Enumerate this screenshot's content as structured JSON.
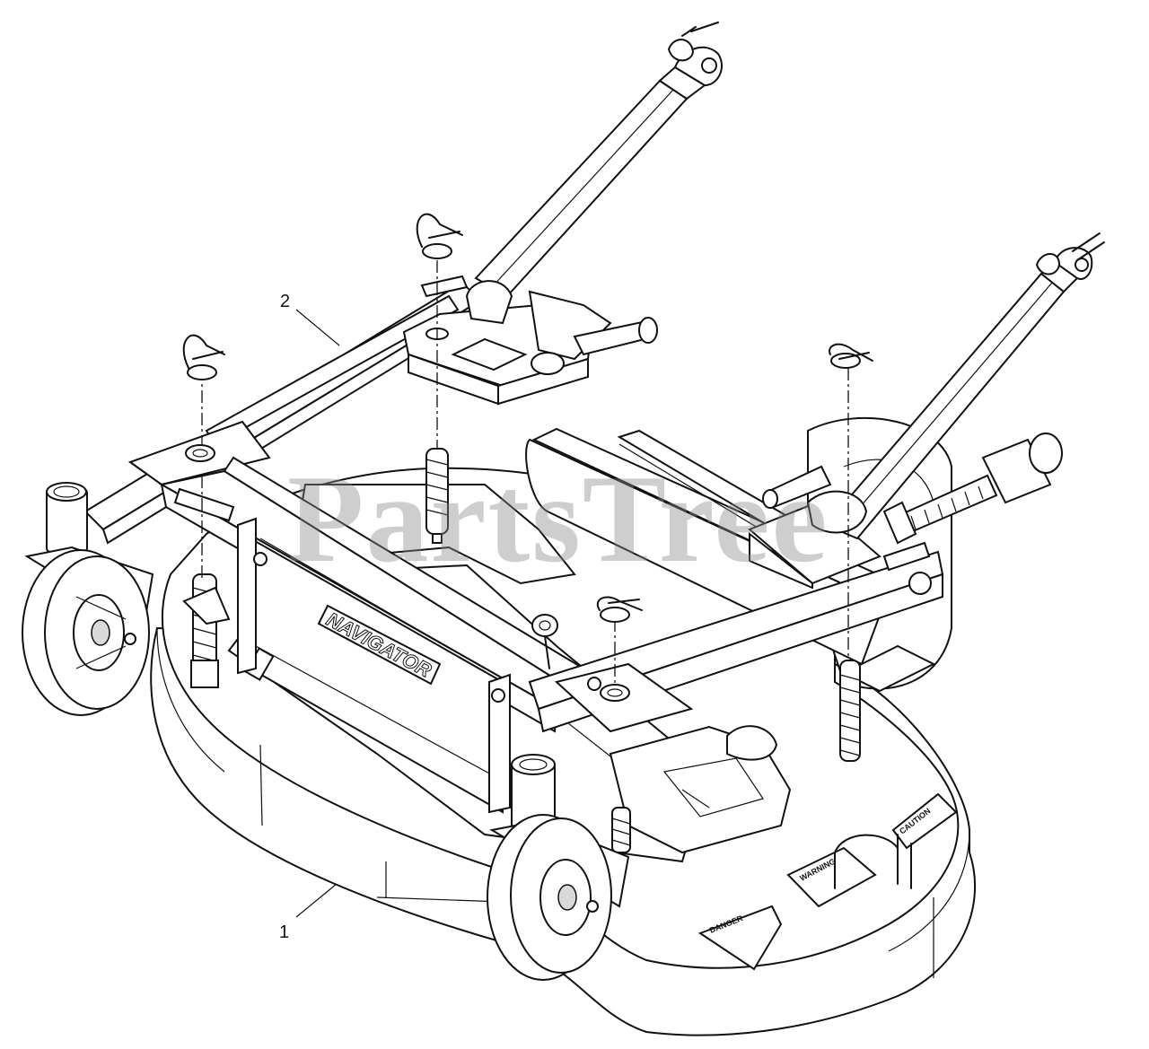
{
  "callouts": [
    {
      "id": "1",
      "label": "1"
    },
    {
      "id": "2",
      "label": "2"
    }
  ],
  "watermark": {
    "text": "PartsTree",
    "color": "#8a8a8a"
  },
  "brand_logo": {
    "text": "NAVIGATOR"
  },
  "decals": {
    "warning": "WARNING",
    "caution": "CAUTION",
    "danger": "DANGER"
  },
  "icons": [
    "hairpin-cotter-pin-icon",
    "caster-wheel-icon",
    "pto-shaft-icon",
    "spring-pin-icon"
  ]
}
